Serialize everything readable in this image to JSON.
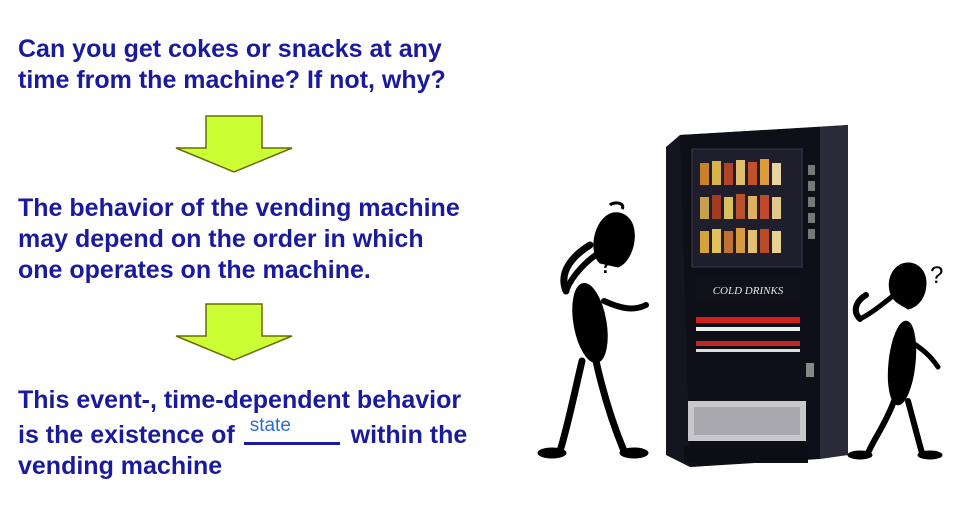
{
  "paragraphs": {
    "p1": {
      "line1": "Can you get cokes or snacks at any",
      "line2": "time from the machine? If not, why?"
    },
    "p2": {
      "line1": "The behavior of the vending machine",
      "line2": "may depend on the order in which",
      "line3": "one operates on the machine."
    },
    "p3": {
      "line1": "This event-, time-dependent behavior",
      "line2_before": "is the existence of",
      "blank_answer": "state",
      "line2_after": "within the",
      "line3": "vending machine"
    }
  },
  "illustration": {
    "machine_label": "COLD DRINKS",
    "question_mark": "?"
  },
  "colors": {
    "text": "#1a1a9c",
    "answer": "#2f6bd1",
    "arrow_fill": "#ccff33",
    "arrow_stroke": "#6b6b00",
    "machine_body": "#15151f"
  }
}
